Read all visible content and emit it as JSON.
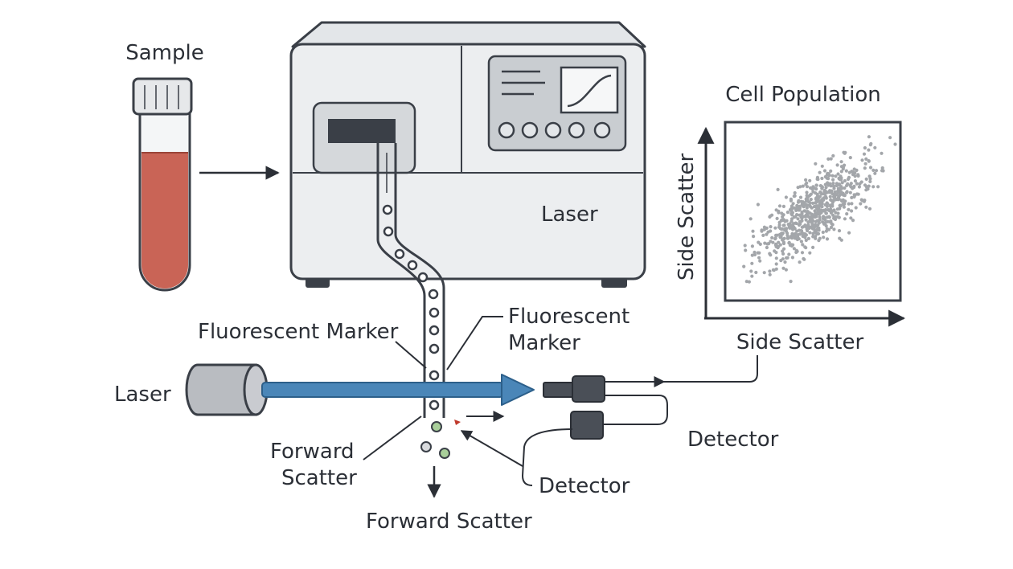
{
  "labels": {
    "sample": "Sample",
    "machine_laser": "Laser",
    "cell_population": "Cell Population",
    "side_scatter_y": "Side Scatter",
    "side_scatter_x": "Side Scatter",
    "fluorescent_marker_left": "Fluorescent Marker",
    "fluorescent_marker_right_line1": "Fluorescent",
    "fluorescent_marker_right_line2": "Marker",
    "laser_source": "Laser",
    "forward_scatter_left_line1": "Forward",
    "forward_scatter_left_line2": "Scatter",
    "forward_scatter_bottom": "Forward Scatter",
    "detector_right": "Detector",
    "detector_bottom": "Detector"
  },
  "colors": {
    "outline": "#3a3f47",
    "machine_body": "#eceef0",
    "machine_panel": "#dcdfe2",
    "screen_panel": "#c9cdd1",
    "blood": "#c96456",
    "laser_beam": "#4a86b8",
    "laser_source": "#b9bcc1",
    "detector": "#4a4f57",
    "scatter_points": "#a3a6aa",
    "green_cell": "#a9cf9a"
  },
  "icons": [
    "test-tube-icon",
    "flow-cytometer-icon",
    "laser-icon",
    "detector-icon",
    "scatter-plot-icon"
  ]
}
